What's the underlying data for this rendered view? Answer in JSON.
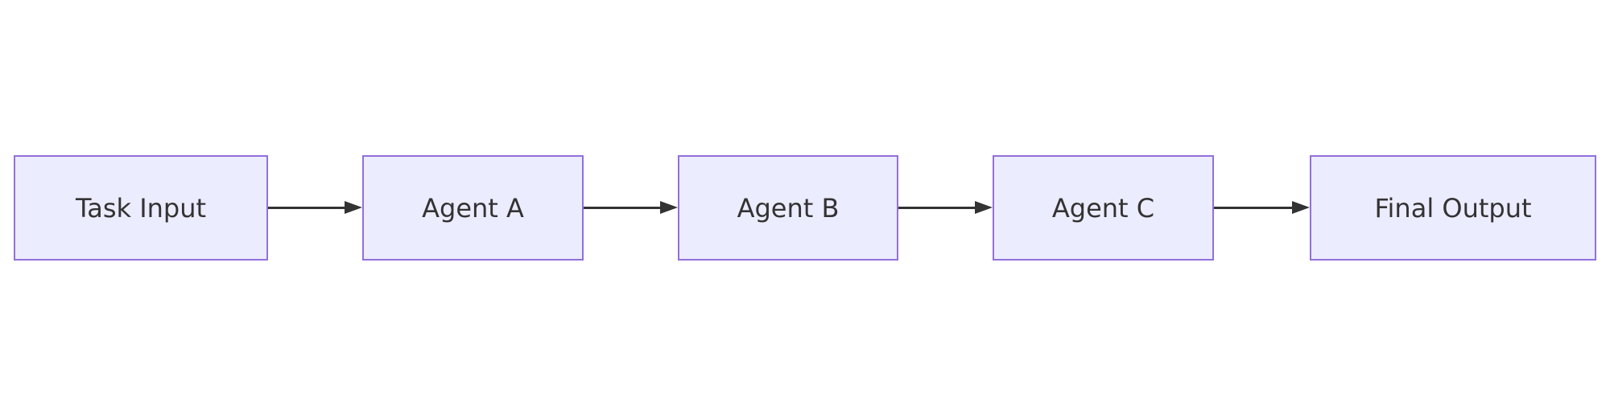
{
  "diagram": {
    "type": "flowchart",
    "direction": "left-to-right",
    "nodes": [
      {
        "label": "Task Input"
      },
      {
        "label": "Agent A"
      },
      {
        "label": "Agent B"
      },
      {
        "label": "Agent C"
      },
      {
        "label": "Final Output"
      }
    ],
    "edges": [
      {
        "from": "Task Input",
        "to": "Agent A"
      },
      {
        "from": "Agent A",
        "to": "Agent B"
      },
      {
        "from": "Agent B",
        "to": "Agent C"
      },
      {
        "from": "Agent C",
        "to": "Final Output"
      }
    ],
    "colors": {
      "node_fill": "#ECECFF",
      "node_border": "#9370DB",
      "node_text": "#333333",
      "arrow": "#333333",
      "background": "#FFFFFF"
    }
  }
}
